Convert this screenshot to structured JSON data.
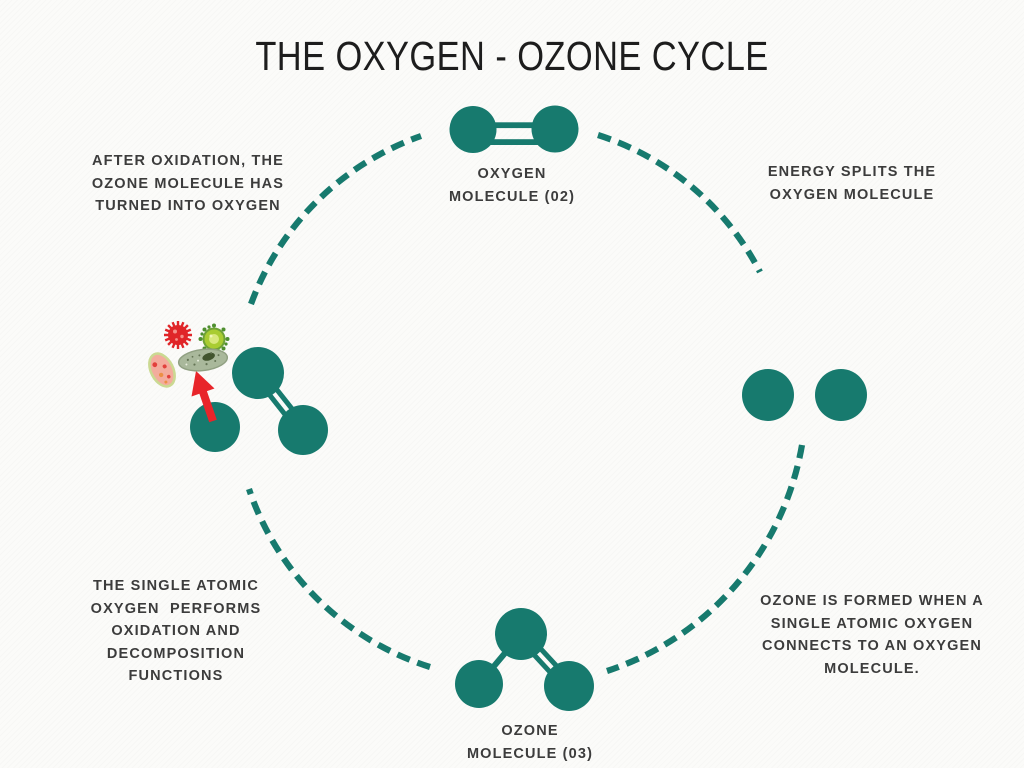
{
  "title": "THE OXYGEN - OZONE CYCLE",
  "colors": {
    "teal": "#177A6E",
    "ink": "#1D1D1D",
    "text": "#3C3C3C",
    "red": "#E8252A",
    "bg": "#FBFBF9"
  },
  "cycle": {
    "oxygen_molecule_label": {
      "lines": [
        "OXYGEN",
        "MOLECULE (02)"
      ]
    },
    "ozone_molecule_label": {
      "lines": [
        "OZONE",
        "MOLECULE (03)"
      ]
    },
    "caption_top_right": {
      "lines": [
        "ENERGY SPLITS THE",
        "OXYGEN MOLECULE"
      ]
    },
    "caption_bottom_right": {
      "lines": [
        "OZONE IS FORMED WHEN A",
        "SINGLE ATOMIC OXYGEN",
        "CONNECTS TO AN OXYGEN",
        "MOLECULE."
      ]
    },
    "caption_bottom_left": {
      "lines": [
        "THE SINGLE ATOMIC",
        "OXYGEN  PERFORMS",
        "OXIDATION AND",
        "DECOMPOSITION",
        "FUNCTIONS"
      ]
    },
    "caption_top_left": {
      "lines": [
        "AFTER OXIDATION, THE",
        "OZONE MOLECULE HAS",
        "TURNED INTO OXYGEN"
      ]
    }
  },
  "icons": {
    "virus-red-icon": "red spiky virus",
    "virus-green-icon": "green spiky virus",
    "bacterium-icon": "pink oval bacterium with spots",
    "paramecium-icon": "grey-green microbe",
    "red-arrow-icon": "red arrow pointing from oxygen atom to germs"
  }
}
